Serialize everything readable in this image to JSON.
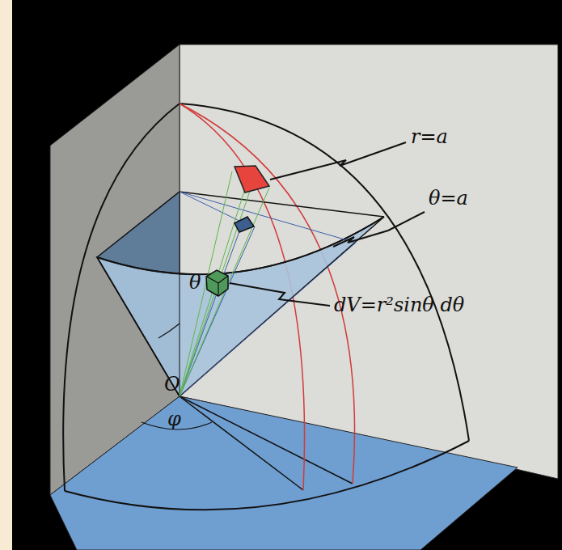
{
  "diagram": {
    "labels": [
      "r=a",
      "θ=a",
      "θ",
      "dV=r²sinθ dθ",
      "O",
      "φ"
    ]
  }
}
